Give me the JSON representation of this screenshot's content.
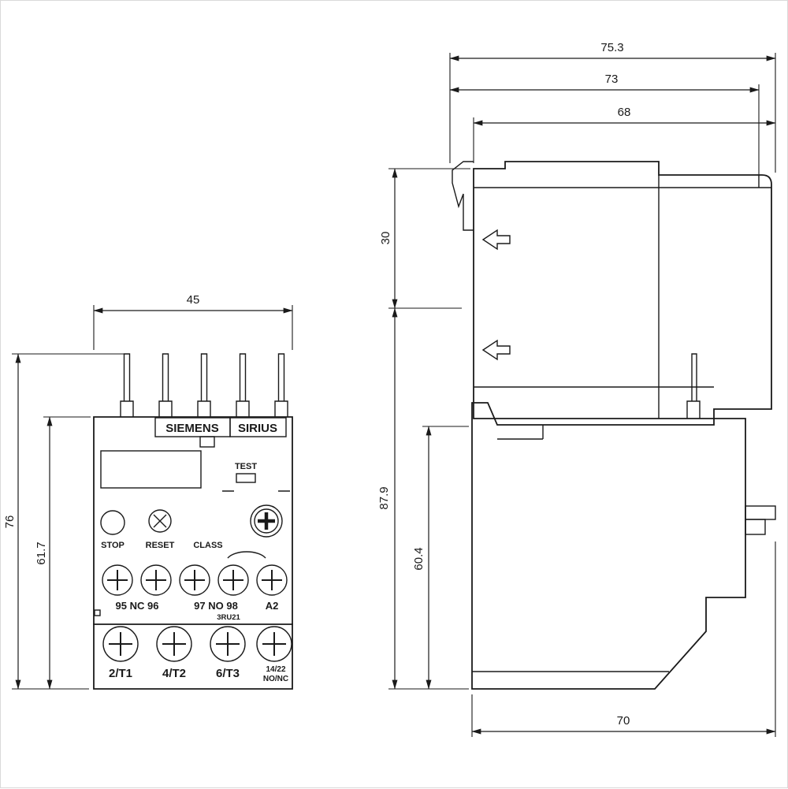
{
  "front_view": {
    "dimensions": {
      "width": "45",
      "total_height": "76",
      "body_height": "61.7"
    },
    "nameplate": {
      "brand": "SIEMENS",
      "series": "SIRIUS"
    },
    "controls": {
      "test": "TEST",
      "stop": "STOP",
      "reset": "RESET",
      "class": "CLASS"
    },
    "model": "3RU21",
    "aux_terminal_labels": {
      "nc": "95 NC 96",
      "no": "97 NO 98",
      "a2": "A2"
    },
    "main_terminal_labels": {
      "t1": "2/T1",
      "t2": "4/T2",
      "t3": "6/T3",
      "aux_upper": "14/22",
      "aux_lower": "NO/NC"
    }
  },
  "side_view": {
    "dimensions": {
      "overall_depth": "75.3",
      "depth_without_front": "73",
      "body_depth": "68",
      "upper_section_height": "30",
      "total_height": "87.9",
      "relay_height": "60.4",
      "bottom_depth": "70"
    }
  },
  "colors": {
    "line": "#1a1a1a",
    "background": "#ffffff"
  }
}
